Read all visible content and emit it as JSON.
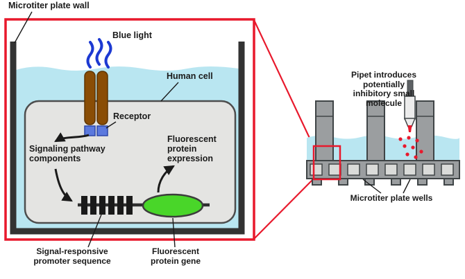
{
  "labels": {
    "plate_wall": "Microtiter plate wall",
    "blue_light": "Blue light",
    "human_cell": "Human cell",
    "receptor": "Receptor",
    "signaling": "Signaling pathway\ncomponents",
    "fluor_expression": "Fluorescent\nprotein\nexpression",
    "promoter": "Signal-responsive\npromoter sequence",
    "fluor_gene": "Fluorescent\nprotein gene",
    "pipet": "Pipet introduces\npotentially\ninhibitory small\nmolecule",
    "plate_wells": "Microtiter plate wells"
  },
  "colors": {
    "red": "#e8192c",
    "water": "#b9e6f1",
    "wall": "#333333",
    "cell_fill": "#e4e4e2",
    "cell_stroke": "#4d4d4d",
    "receptor_brown": "#8a4d05",
    "receptor_blue": "#5b79de",
    "blue_wave": "#1c39d2",
    "green": "#49d629",
    "plate_gray": "#9b9ea0",
    "well_light": "#dadbd9",
    "ink": "#1a1a1a"
  }
}
